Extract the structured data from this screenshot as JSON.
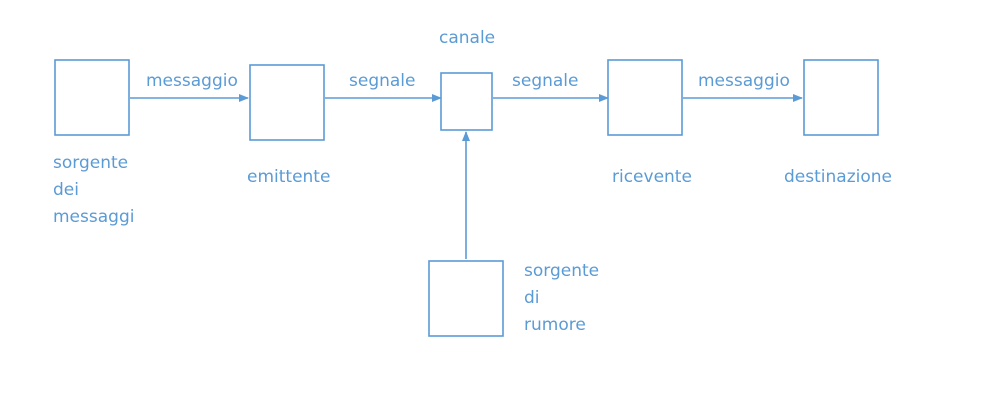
{
  "accent_color": "#5b9bd5",
  "nodes": {
    "source": {
      "label_lines": [
        "sorgente",
        "dei",
        "messaggi"
      ]
    },
    "transmitter": {
      "label": "emittente"
    },
    "channel": {
      "label": "canale"
    },
    "receiver": {
      "label": "ricevente"
    },
    "destination": {
      "label": "destinazione"
    },
    "noise": {
      "label_lines": [
        "sorgente",
        "di",
        "rumore"
      ]
    }
  },
  "edges": {
    "source_to_transmitter": "messaggio",
    "transmitter_to_channel": "segnale",
    "channel_to_receiver": "segnale",
    "receiver_to_destination": "messaggio"
  }
}
